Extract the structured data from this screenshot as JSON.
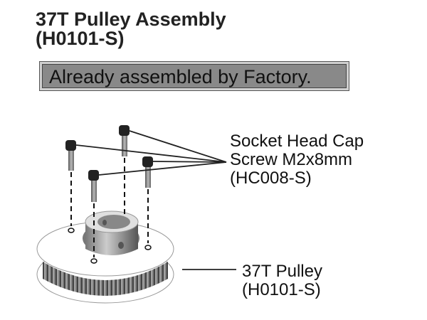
{
  "header": {
    "title": "37T Pulley Assembly",
    "part_number": "(H0101-S)"
  },
  "notice": {
    "text": "Already assembled by Factory."
  },
  "callouts": {
    "screw": {
      "line1": "Socket Head Cap",
      "line2": "Screw M2x8mm",
      "line3": "(HC008-S)"
    },
    "pulley": {
      "line1": "37T Pulley",
      "line2": "(H0101-S)"
    }
  }
}
